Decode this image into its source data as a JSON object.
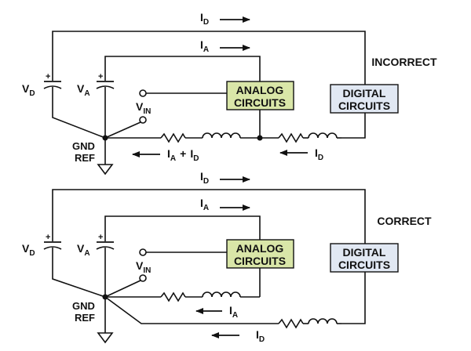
{
  "colors": {
    "analog_box": "#d9e6a8",
    "digital_box": "#e1e8f3",
    "wire": "#111111"
  },
  "top": {
    "heading": "INCORRECT",
    "current_d_top": {
      "sym": "I",
      "sub": "D"
    },
    "current_a_top": {
      "sym": "I",
      "sub": "A"
    },
    "cap_d": {
      "sym": "V",
      "sub": "D",
      "plus": "+"
    },
    "cap_a": {
      "sym": "V",
      "sub": "A",
      "plus": "+"
    },
    "vin": {
      "sym": "V",
      "sub": "IN"
    },
    "analog_line1": "ANALOG",
    "analog_line2": "CIRCUITS",
    "digital_line1": "DIGITAL",
    "digital_line2": "CIRCUITS",
    "gnd_line1": "GND",
    "gnd_line2": "REF",
    "return_sum": {
      "a": "I",
      "a_sub": "A",
      "plus": "+",
      "d": "I",
      "d_sub": "D"
    },
    "return_d": {
      "sym": "I",
      "sub": "D"
    }
  },
  "bottom": {
    "heading": "CORRECT",
    "current_d_top": {
      "sym": "I",
      "sub": "D"
    },
    "current_a_top": {
      "sym": "I",
      "sub": "A"
    },
    "cap_d": {
      "sym": "V",
      "sub": "D",
      "plus": "+"
    },
    "cap_a": {
      "sym": "V",
      "sub": "A",
      "plus": "+"
    },
    "vin": {
      "sym": "V",
      "sub": "IN"
    },
    "analog_line1": "ANALOG",
    "analog_line2": "CIRCUITS",
    "digital_line1": "DIGITAL",
    "digital_line2": "CIRCUITS",
    "gnd_line1": "GND",
    "gnd_line2": "REF",
    "return_a": {
      "sym": "I",
      "sub": "A"
    },
    "return_d": {
      "sym": "I",
      "sub": "D"
    }
  }
}
